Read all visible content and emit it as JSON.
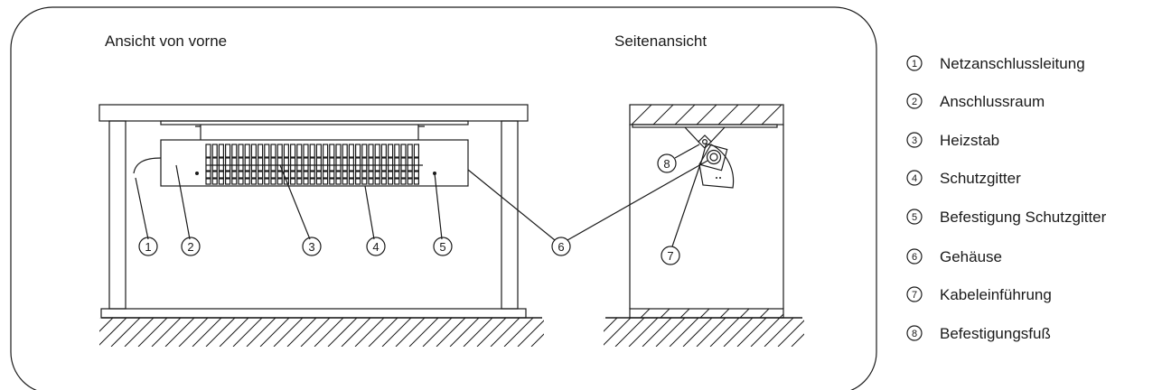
{
  "views": {
    "front_title": "Ansicht von vorne",
    "side_title": "Seitenansicht"
  },
  "callouts": [
    "1",
    "2",
    "3",
    "4",
    "5",
    "6",
    "7",
    "8"
  ],
  "legend": [
    {
      "num": "1",
      "label": "Netzanschlussleitung"
    },
    {
      "num": "2",
      "label": "Anschlussraum"
    },
    {
      "num": "3",
      "label": "Heizstab"
    },
    {
      "num": "4",
      "label": "Schutzgitter"
    },
    {
      "num": "5",
      "label": "Befestigung Schutzgitter"
    },
    {
      "num": "6",
      "label": "Gehäuse"
    },
    {
      "num": "7",
      "label": "Kabeleinführung"
    },
    {
      "num": "8",
      "label": "Befestigungsfuß"
    }
  ]
}
